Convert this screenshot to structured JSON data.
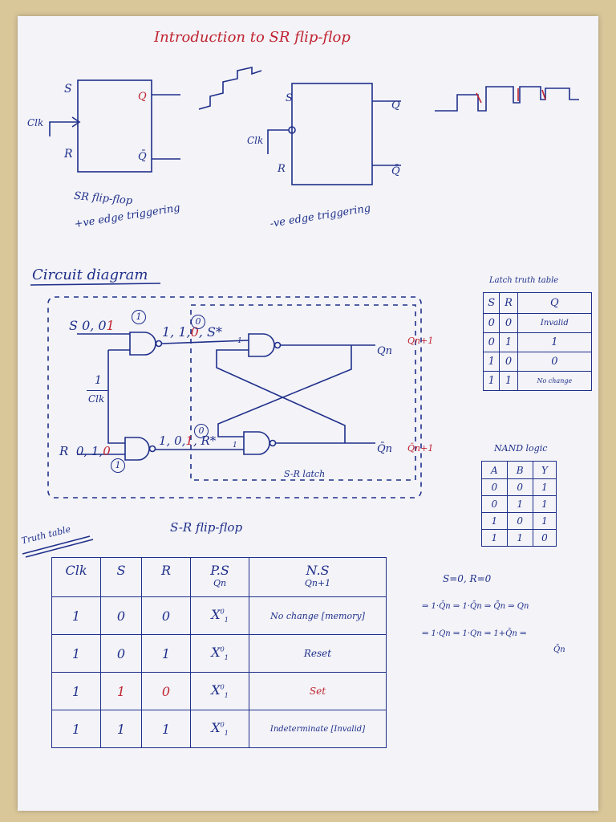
{
  "title": "Introduction to SR flip-flop",
  "top_left_block": {
    "inputs": [
      "S",
      "Clk",
      "R"
    ],
    "outputs": [
      "Q",
      "Q̄"
    ],
    "caption_line1": "SR flip-flop",
    "caption_line2": "+ve edge triggering"
  },
  "top_right_block": {
    "inputs": [
      "S",
      "Clk",
      "R"
    ],
    "outputs": [
      "Q",
      "Q̄"
    ],
    "caption": "-ve edge triggering"
  },
  "circuit": {
    "heading": "Circuit diagram",
    "s_label": "S",
    "s_seq_blue": "0, 0",
    "s_seq_red": "1",
    "s_circle": "1",
    "r_label": "R",
    "r_seq_blue": "0, 1,",
    "r_seq_red": "0",
    "r_circle": "1",
    "clk_value": "1",
    "clk_label": "Clk",
    "mid_top_blue": "1, 1,",
    "mid_top_red": "0",
    "mid_top_tail": ", S*",
    "mid_top_circle": "0",
    "mid_bot_blue": "1, 0,",
    "mid_bot_red": "1",
    "mid_bot_tail": ", R*",
    "mid_bot_circle": "0",
    "gate_in_top": "1",
    "gate_in_bot": "1",
    "out_q": "Qn",
    "out_qbar": "Q̄n",
    "out_q_next": "Qn+1",
    "out_qbar_next": "Q̄n+1",
    "latch_label": "S-R latch"
  },
  "latch_truth_table": {
    "title": "Latch truth table",
    "headers": [
      "S",
      "R",
      "Q"
    ],
    "rows": [
      [
        "0",
        "0",
        "Invalid"
      ],
      [
        "0",
        "1",
        "1"
      ],
      [
        "1",
        "0",
        "0"
      ],
      [
        "1",
        "1",
        "No change"
      ]
    ]
  },
  "nand_table": {
    "title": "NAND logic",
    "headers": [
      "A",
      "B",
      "Y"
    ],
    "rows": [
      [
        "0",
        "0",
        "1"
      ],
      [
        "0",
        "1",
        "1"
      ],
      [
        "1",
        "0",
        "1"
      ],
      [
        "1",
        "1",
        "0"
      ]
    ]
  },
  "flipflop_table": {
    "section_label": "Truth table",
    "title": "S-R flip-flop",
    "headers": [
      "Clk",
      "S",
      "R",
      "P.S",
      "N.S"
    ],
    "subheaders": [
      "",
      "",
      "",
      "Qn",
      "Qn+1"
    ],
    "rows": [
      {
        "clk": "1",
        "s": "0",
        "r": "0",
        "ps": "X",
        "ns": "No change [memory]",
        "ns_red": false
      },
      {
        "clk": "1",
        "s": "0",
        "r": "1",
        "ps": "X",
        "ns": "Reset",
        "ns_red": false
      },
      {
        "clk": "1",
        "s": "1",
        "r": "0",
        "ps": "X",
        "ns": "Set",
        "ns_red": true
      },
      {
        "clk": "1",
        "s": "1",
        "r": "1",
        "ps": "X",
        "ns": "Indeterminate [Invalid]",
        "ns_red": false
      }
    ],
    "ps_sup": "0",
    "ps_sub": "1"
  },
  "derivation": {
    "given": "S=0, R=0",
    "line1": "⇒ 1·Q̄n ⇒ 1·Q̄n ⇒ Q̄̄n ⇒ Qn",
    "line2": "⇒ 1·Qn ⇒ 1·Qn ⇒ 1+Q̄n ⇒",
    "line3": "Q̄n"
  },
  "colors": {
    "ink": "#1f2f8a",
    "red_ink": "#c0232f",
    "paper": "#f3f3f8",
    "desk": "#d9c79a"
  }
}
